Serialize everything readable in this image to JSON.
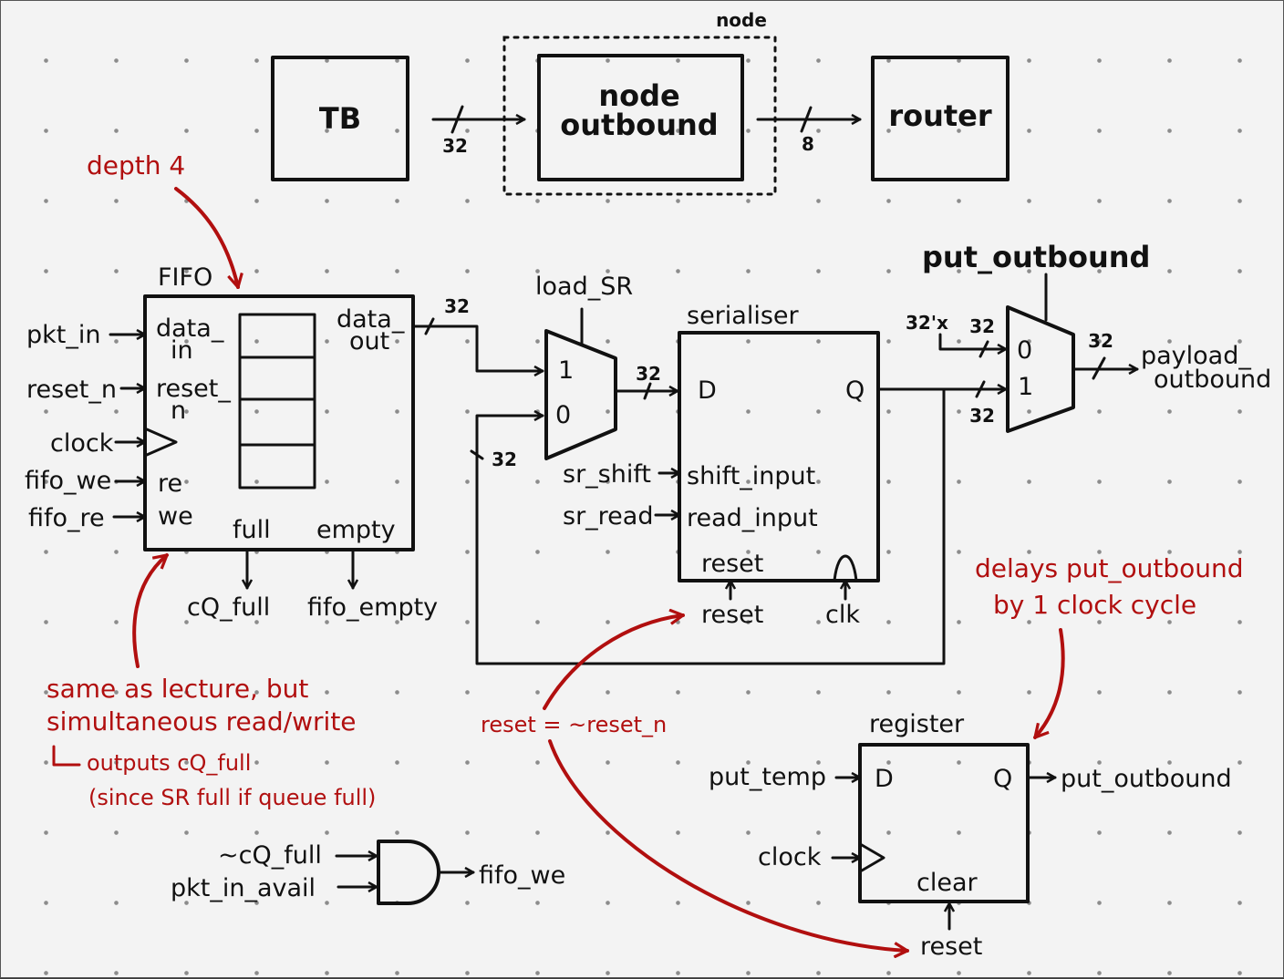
{
  "colors": {
    "ink": "#111111",
    "annotation": "#b10f0f",
    "paper": "#f3f3f3"
  },
  "top_row": {
    "tb": "TB",
    "node_label": "node",
    "node_outbound_1": "node",
    "node_outbound_2": "outbound",
    "router": "router",
    "w32": "32",
    "w8": "8"
  },
  "fifo": {
    "title": "FIFO",
    "data_in_1": "data_",
    "data_in_2": "in",
    "reset_n_1": "reset_",
    "reset_n_2": "n",
    "re": "re",
    "we": "we",
    "data_out_1": "data_",
    "data_out_2": "out",
    "full": "full",
    "empty": "empty",
    "in_pkt_in": "pkt_in",
    "in_reset_n": "reset_n",
    "in_clock": "clock",
    "in_fifo_we": "fifo_we",
    "in_fifo_re": "fifo_re",
    "out_cq_full": "cQ_full",
    "out_fifo_empty": "fifo_empty"
  },
  "mux1": {
    "select": "load_SR",
    "in1": "1",
    "in0": "0",
    "w_in": "32",
    "w_out": "32",
    "w_fb": "32"
  },
  "serialiser": {
    "title": "serialiser",
    "d": "D",
    "q": "Q",
    "shift_input": "shift_input",
    "read_input": "read_input",
    "reset_port": "reset",
    "sr_shift": "sr_shift",
    "sr_read": "sr_read",
    "reset_signal": "reset",
    "clk": "clk"
  },
  "mux2": {
    "select": "put_outbound",
    "const": "32'x",
    "in0": "0",
    "in1": "1",
    "w_in0": "32",
    "w_in1": "32",
    "w_out": "32",
    "out_1": "payload_",
    "out_2": "outbound"
  },
  "register": {
    "title": "register",
    "d": "D",
    "q": "Q",
    "clear": "clear",
    "in_put_temp": "put_temp",
    "in_clock": "clock",
    "out": "put_outbound",
    "reset": "reset"
  },
  "and_gate": {
    "in_1": "~cQ_full",
    "in_2": "pkt_in_avail",
    "out": "fifo_we"
  },
  "notes": {
    "depth": "depth 4",
    "fifo_1": "same as lecture, but",
    "fifo_2": "simultaneous read/write",
    "fifo_3": "outputs cQ_full",
    "fifo_4": "(since SR full if queue full)",
    "reset_eq": "reset = ~reset_n",
    "delay_1": "delays put_outbound",
    "delay_2": "by 1 clock cycle"
  }
}
